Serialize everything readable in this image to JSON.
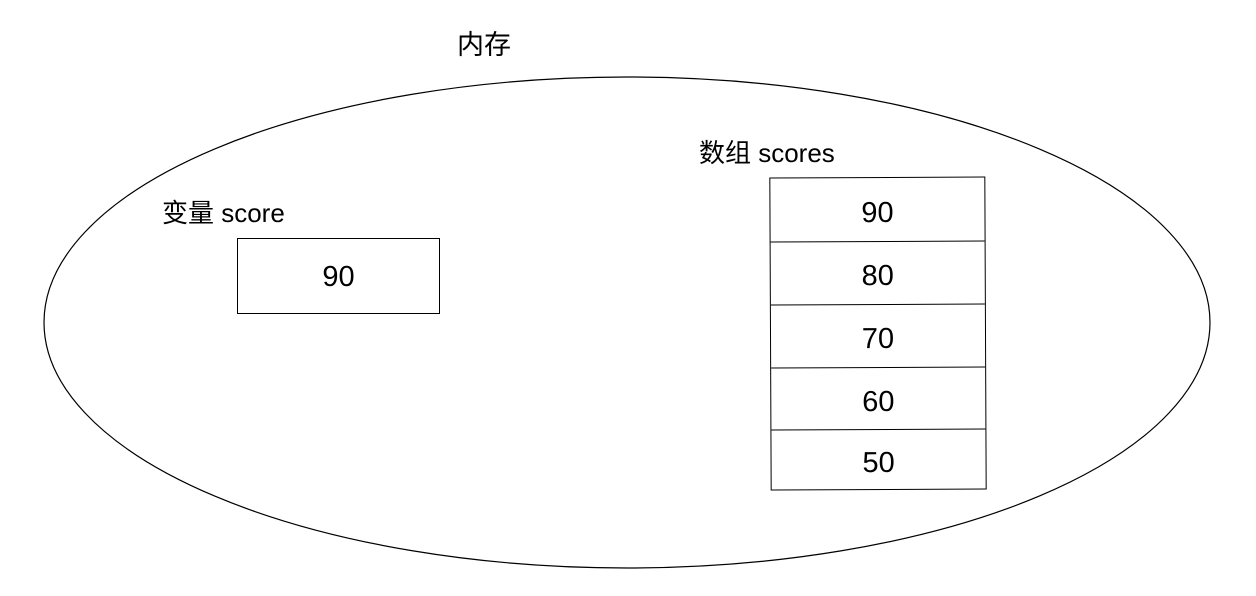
{
  "diagram": {
    "title": "内存",
    "container": {
      "shape": "ellipse",
      "stroke_color": "#000000",
      "fill_color": "#ffffff"
    },
    "variable": {
      "label": "变量 score",
      "value": "90"
    },
    "array": {
      "label": "数组 scores",
      "cells": [
        {
          "value": "90"
        },
        {
          "value": "80"
        },
        {
          "value": "70"
        },
        {
          "value": "60"
        },
        {
          "value": "50"
        }
      ]
    }
  }
}
